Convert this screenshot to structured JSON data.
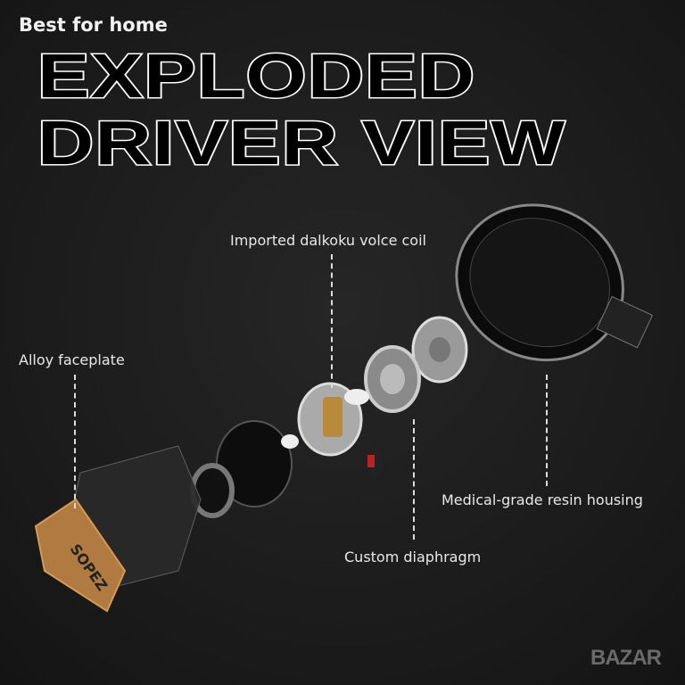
{
  "header": {
    "subtitle": "Best for home",
    "title_line1": "EXPLODED",
    "title_line2": "DRIVER VIEW"
  },
  "callouts": {
    "voice_coil": "Imported dalkoku volce coil",
    "faceplate": "Alloy faceplate",
    "housing": "Medical-grade resin housing",
    "diaphragm": "Custom diaphragm"
  },
  "brand_on_faceplate": "SOPEZ",
  "watermark": "BAZAR"
}
